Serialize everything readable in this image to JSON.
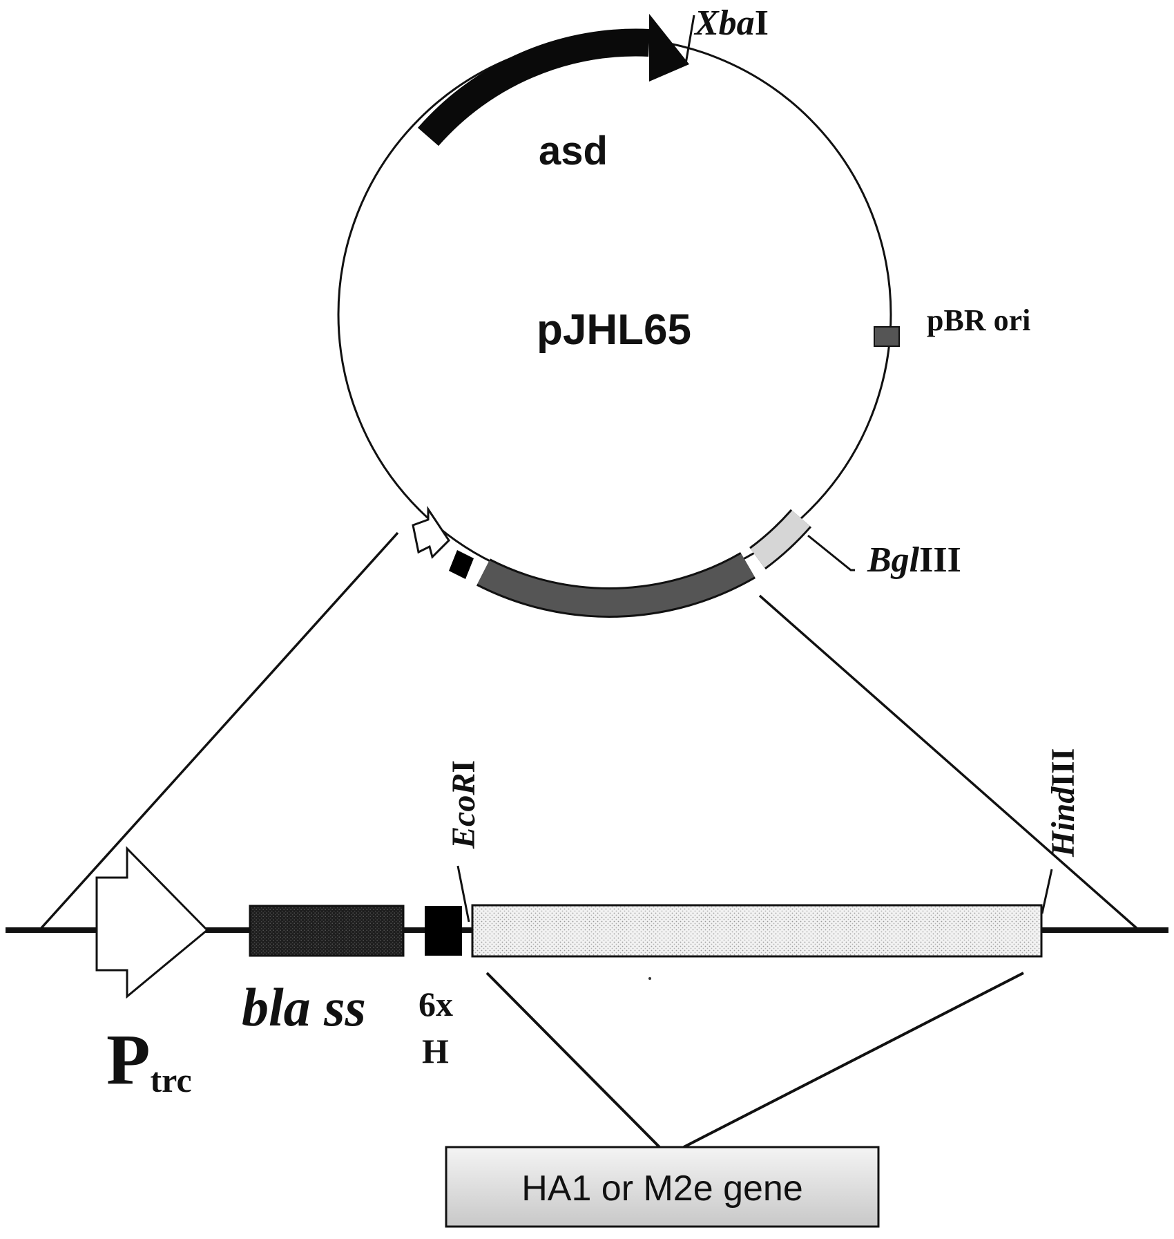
{
  "plasmid": {
    "name": "pJHL65",
    "asd_label": "asd",
    "ori_label": "pBR ori",
    "xba_italic": "Xba",
    "xba_roman": "I",
    "bgl_italic": "Bgl",
    "bgl_roman": "III"
  },
  "cassette": {
    "promoter_main": "P",
    "promoter_sub": "trc",
    "signal_label": "bla ss",
    "his_line1": "6x",
    "his_line2": "H",
    "eco_italic": "EcoR",
    "eco_roman": "I",
    "hind_italic": "Hind",
    "hind_roman": "III"
  },
  "insert": {
    "label": "HA1 or M2e gene"
  },
  "colors": {
    "asd_arrow": "#0a0a0a",
    "dark_gray_block": "#555555",
    "light_gray_block": "#d6d6d6",
    "six_his_block": "#000000",
    "bla_ss_block": "#222222",
    "insert_fill": "#ececec",
    "gene_box_top": "#f4f4f4",
    "gene_box_bottom": "#c8c8c8"
  }
}
